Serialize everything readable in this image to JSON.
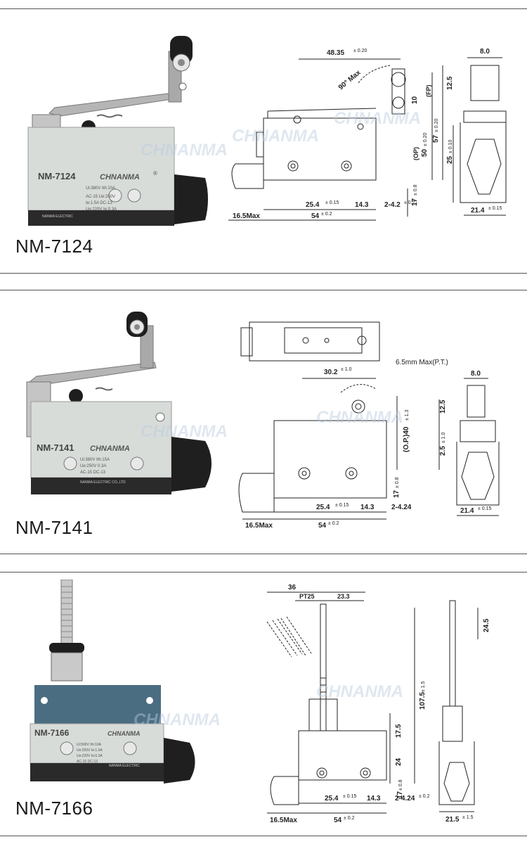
{
  "watermark": "CHNANMA",
  "products": [
    {
      "caption": "NM-7124",
      "body": {
        "model": "NM-7124",
        "brand": "CHNANMA",
        "reg": "®",
        "spec1": "Ui:380V Ith:10A",
        "spec2": "AC-15 Ue:250V",
        "spec3": "Ie:1.5A DC-13",
        "spec4": "Ue:220V Ie:0.3A",
        "maker": "NANMA ELECTRIC"
      },
      "dims": {
        "d1": "48.35",
        "d1tol": "± 0.20",
        "angle": "90° Max",
        "d2": "10",
        "op": "(OP)",
        "op_val": "50",
        "op_tol": "± 0.20",
        "fp": "(FP)",
        "fp_val": "57",
        "fp_tol": "± 0.20",
        "w": "8.0",
        "d3": "12.5",
        "d4": "25",
        "d4tol": "± 0.10",
        "d5": "17",
        "d5tol": "± 0.8",
        "d6": "25.4",
        "d6tol": "± 0.15",
        "d7": "14.3",
        "d8": "2-4.2",
        "d8tol": "± 0.2",
        "d9": "16.5Max",
        "d10": "54",
        "d10tol": "± 0.2",
        "d11": "21.4",
        "d11tol": "± 0.15"
      }
    },
    {
      "caption": "NM-7141",
      "body": {
        "model": "NM-7141",
        "brand": "CHNANMA",
        "spec1": "Ui:380V Ith:15A",
        "spec2": "Ue:250V 0.3A",
        "spec3": "AC-15 DC-13",
        "maker": "NANMA ELECTRIC CO.,LTD"
      },
      "dims": {
        "d1": "30.2",
        "d1tol": "± 1.0",
        "pt": "6.5mm Max(P.T.)",
        "w": "8.0",
        "d3": "12.5",
        "op": "(O.P.)40",
        "optol": "± 1.3",
        "d4": "2.5",
        "d4tol": "± 1.0",
        "d5": "17",
        "d5tol": "± 0.8",
        "d6": "25.4",
        "d6tol": "± 0.15",
        "d7": "14.3",
        "d8": "2-4.24",
        "d9": "16.5Max",
        "d10": "54",
        "d10tol": "± 0.2",
        "d11": "21.4",
        "d11tol": "± 0.15"
      }
    },
    {
      "caption": "NM-7166",
      "body": {
        "model": "NM-7166",
        "brand": "CHNANMA",
        "spec1": "Ui:500V Ith:10A",
        "spec2": "Ue:250V Ie:1.5A",
        "spec3": "Ue:220V Ie:0.3A",
        "spec4": "AC-15 DC-13",
        "maker": "NANMA ELECTRIC"
      },
      "dims": {
        "d1": "36",
        "pt": "PT25",
        "d2": "23.3",
        "d3": "24.5",
        "d4": "107.5",
        "d4tol": "± 1.5",
        "d5": "17.5",
        "d6": "24",
        "d7": "17",
        "d7tol": "± 0.8",
        "d8": "25.4",
        "d8tol": "± 0.15",
        "d9": "14.3",
        "d10": "2-4.24",
        "d10tol": "± 0.2",
        "d11": "16.5Max",
        "d12": "54",
        "d12tol": "± 0.2",
        "d13": "21.5",
        "d13tol": "± 1.5"
      }
    }
  ]
}
